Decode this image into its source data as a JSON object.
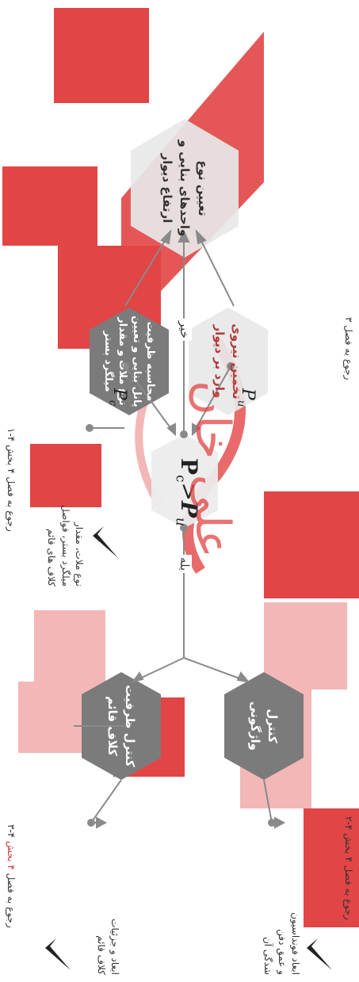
{
  "colors": {
    "watermark_red": "#e24545",
    "watermark_pink": "#f3b7b7",
    "hex_light": "#e8e8e8",
    "hex_dark": "#7b7b7b",
    "line": "#8a8a8a",
    "text_dark": "#222222"
  },
  "hexagons": {
    "select_units": {
      "label": "تعیین نوع\nواحدهای بنایی و\nارتفاع دیوار"
    },
    "estimate_force": {
      "label": "تخمین نیروی\nوارد بر دیوار",
      "ref": "رجوع به فصل ۳"
    },
    "capacity_calc": {
      "label": "محاسبه ظرفیت\nپانل بنایی و تعیین\nنوع ملات و مقدار\nمیلگرد بستر",
      "ref": "رجوع به فصل ۴ بخش ۴-۱"
    },
    "compare": {
      "formula_left": "P",
      "formula_left_sub": "c",
      "formula_op": ">",
      "formula_right": "P",
      "formula_right_sub": "u"
    },
    "overturning": {
      "label": "کنترل\nواژگونی",
      "ref": "رجوع به فصل ۴ بخش ۴-۲"
    },
    "tie_capacity": {
      "label": "کنترل ظرفیت\nکلاف قائم",
      "ref_prefix": "رجوع به فصل ",
      "ref_highlight": "۴ بخش",
      "ref_suffix": " ۴-۳"
    }
  },
  "edges": {
    "pu_label": "P",
    "pu_sub": "u",
    "pc_label": "P",
    "pc_sub": "c",
    "no_label": "خیر",
    "yes_label": "بله"
  },
  "outputs": {
    "mortar_note": "نوع ملات، مقدار\nمیلگرد بستر، فواصل\nکلاف های قائم",
    "foundation_note": "ابعاد فونداسیون\nو عمق دفن\nشدگی آن",
    "tie_note": "ابعاد و جزئیات\nکلاف قائم"
  },
  "watermark": {
    "text": "علی خان"
  },
  "icons": [
    "check-icon",
    "check-icon",
    "check-icon"
  ]
}
